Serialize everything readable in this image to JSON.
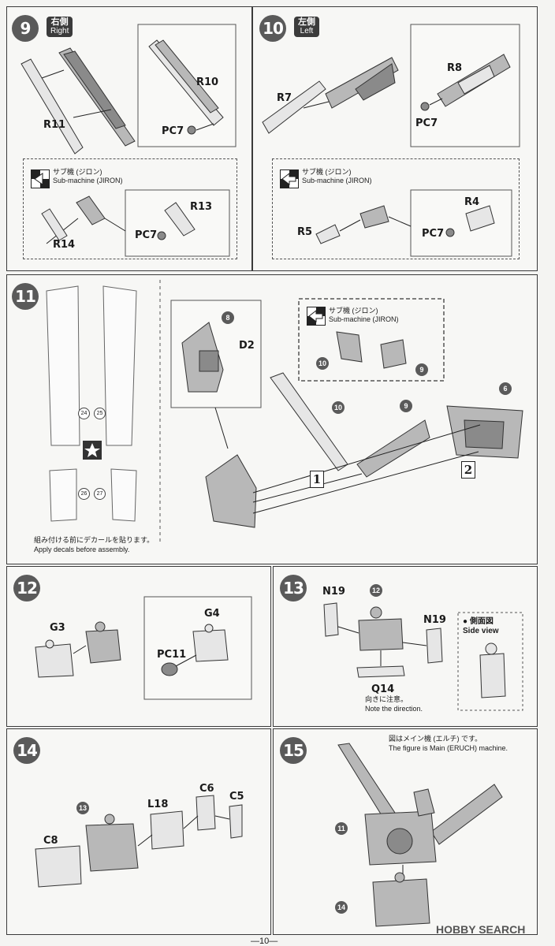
{
  "step9": {
    "num": "9",
    "side_jp": "右側",
    "side_en": "Right",
    "labels": {
      "r10": "R10",
      "pc7": "PC7",
      "r11": "R11",
      "r13": "R13",
      "pc7b": "PC7",
      "r14": "R14"
    },
    "sub_jp": "サブ機 (ジロン)",
    "sub_en": "Sub-machine (JIRON)"
  },
  "step10": {
    "num": "10",
    "side_jp": "左側",
    "side_en": "Left",
    "labels": {
      "r8": "R8",
      "r7": "R7",
      "pc7": "PC7",
      "r4": "R4",
      "r5": "R5",
      "pc7b": "PC7"
    },
    "sub_jp": "サブ機 (ジロン)",
    "sub_en": "Sub-machine (JIRON)"
  },
  "step11": {
    "num": "11",
    "callouts": {
      "c8": "8",
      "d2": "D2",
      "c10a": "10",
      "c9a": "9",
      "c10b": "10",
      "c9b": "9",
      "c6": "6"
    },
    "sub_jp": "サブ機 (ジロン)",
    "sub_en": "Sub-machine (JIRON)",
    "decals": [
      "24",
      "25",
      "26",
      "27"
    ],
    "box1": "1",
    "box2": "2",
    "note_jp": "組み付ける前にデカールを貼ります。",
    "note_en": "Apply decals before assembly."
  },
  "step12": {
    "num": "12",
    "labels": {
      "g3": "G3",
      "g4": "G4",
      "pc11": "PC11"
    }
  },
  "step13": {
    "num": "13",
    "labels": {
      "n19a": "N19",
      "c12": "12",
      "n19b": "N19",
      "q14": "Q14"
    },
    "note_jp": "向きに注意。",
    "note_en": "Note the direction.",
    "side_view_jp": "● 側面図",
    "side_view_en": "Side view"
  },
  "step14": {
    "num": "14",
    "labels": {
      "c13": "13",
      "l18": "L18",
      "c6": "C6",
      "c5": "C5",
      "c8": "C8"
    }
  },
  "step15": {
    "num": "15",
    "c11": "11",
    "c14": "14",
    "note_jp": "図はメイン機 (エルチ) です。",
    "note_en": "The figure is Main (ERUCH) machine."
  },
  "watermark": "HOBBY SEARCH",
  "page_number": "—10—"
}
